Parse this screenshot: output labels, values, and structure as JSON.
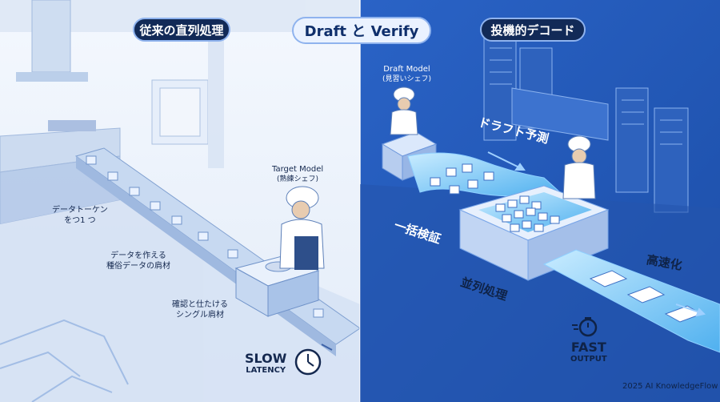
{
  "header": {
    "left_title": "従来の直列処理",
    "center_title": "Draft と Verify",
    "right_title": "投機的デコード"
  },
  "left_panel": {
    "target_model": "Target Model",
    "target_model_sub": "(熟練シェフ)",
    "token_label_line1": "データトーケン",
    "token_label_line2": "をつ1 つ",
    "ingredients_line1": "データを作える",
    "ingredients_line2": "種俗データの肩材",
    "confirm_line1": "確認と仕たける",
    "confirm_line2": "シングル肩材",
    "slow": "SLOW",
    "latency": "LATENCY"
  },
  "right_panel": {
    "draft_model": "Draft Model",
    "draft_model_sub": "(見習いシェフ)",
    "draft_predict": "ドラフト予測",
    "batch_verify": "一括検証",
    "parallel": "並列処理",
    "speedup": "高速化",
    "fast": "FAST",
    "output": "OUTPUT"
  },
  "footer": {
    "credit": "2025 AI KnowledgeFlow"
  },
  "colors": {
    "left_bg": "#eef4fc",
    "right_bg": "#1d54b3",
    "dark_navy": "#122a57",
    "accent": "#7fb6f2"
  }
}
